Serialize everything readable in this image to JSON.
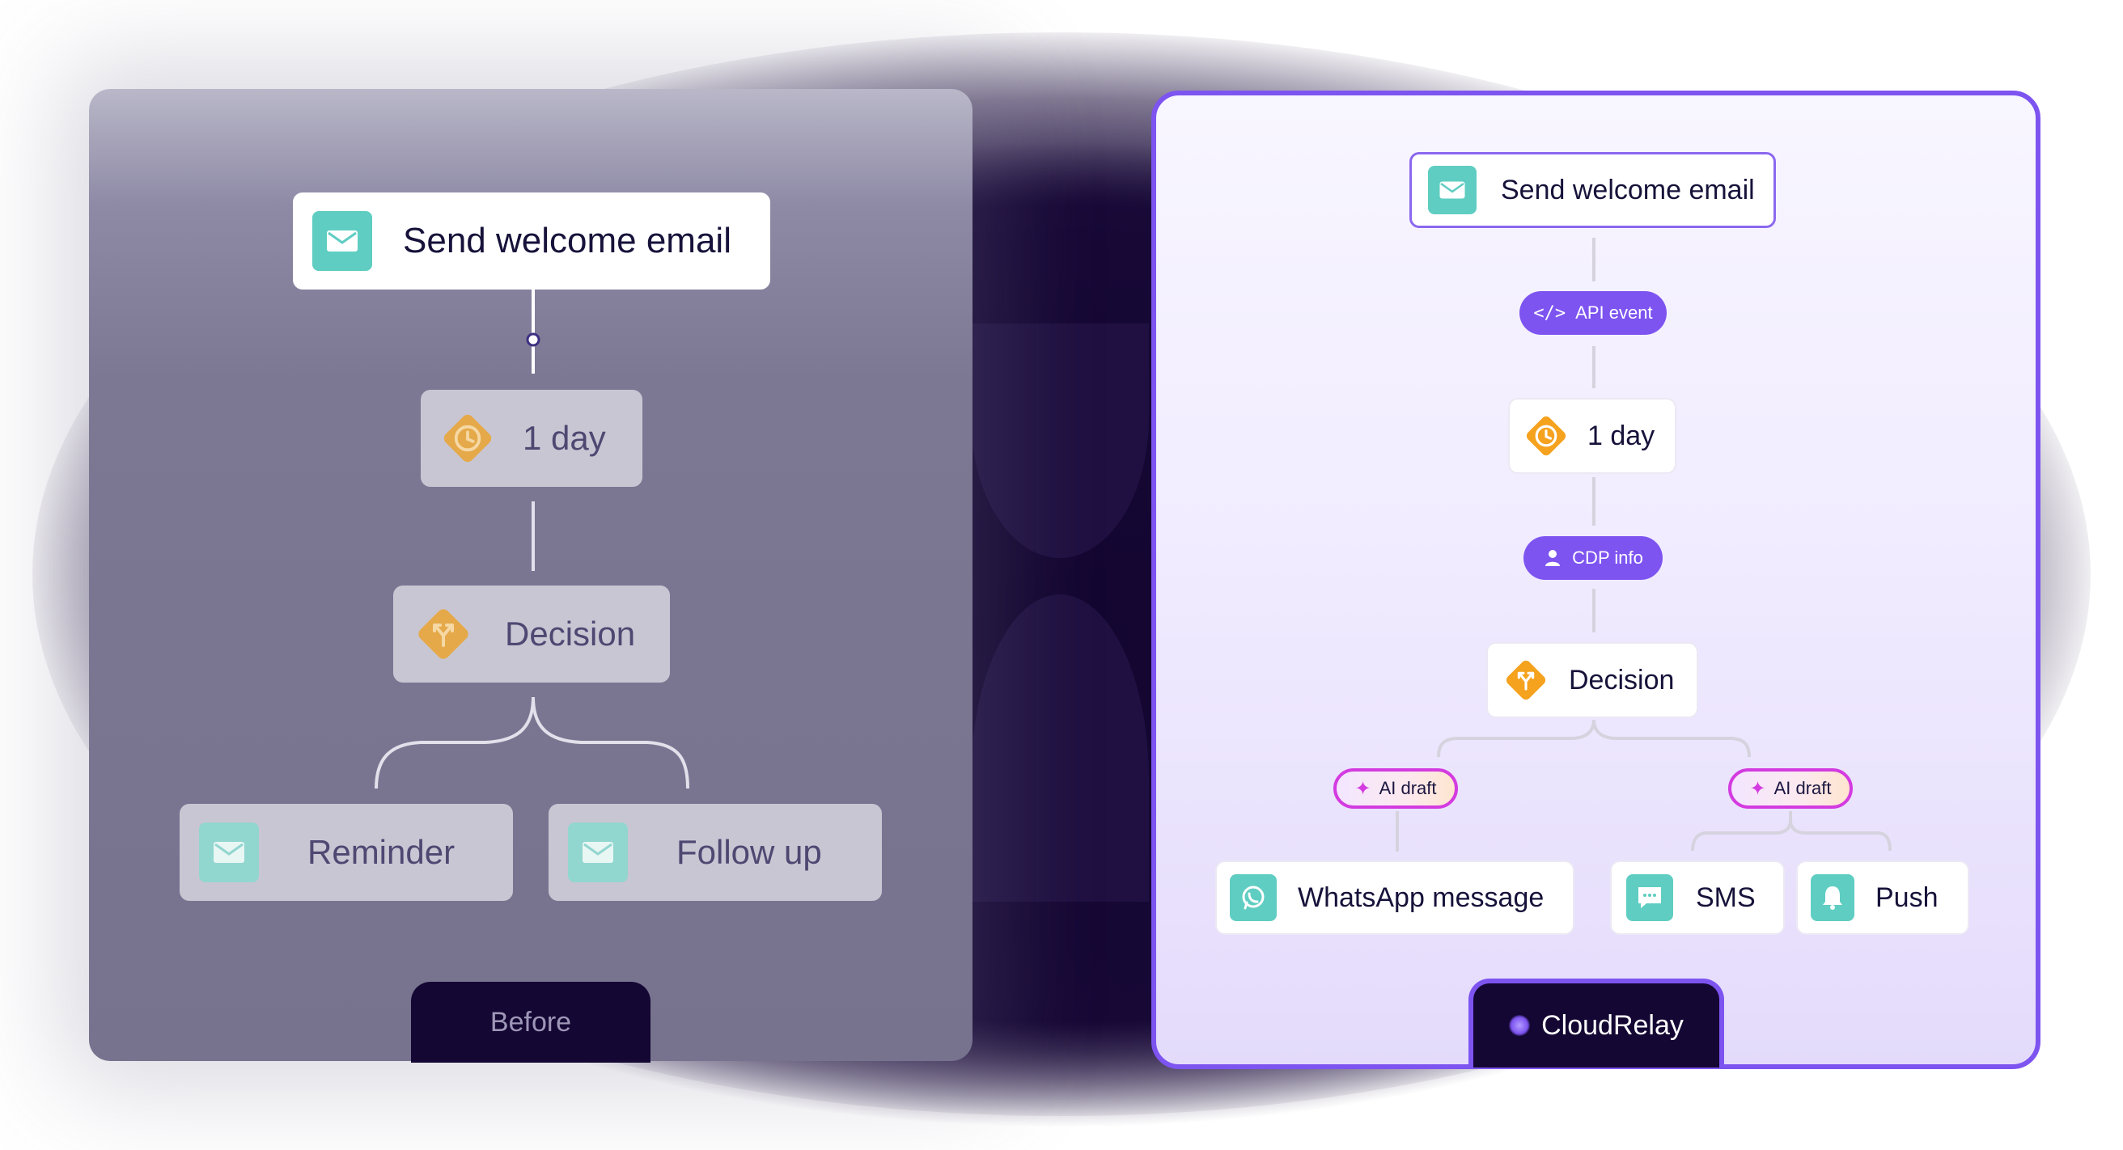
{
  "before": {
    "tab_label": "Before",
    "nodes": {
      "send": "Send welcome email",
      "wait": "1 day",
      "decision": "Decision",
      "reminder": "Reminder",
      "follow_up": "Follow up"
    }
  },
  "after": {
    "tab_label": "CloudRelay",
    "nodes": {
      "send": "Send welcome email",
      "api_event": "API event",
      "wait": "1 day",
      "cdp_info": "CDP info",
      "decision": "Decision",
      "ai_draft_left": "AI draft",
      "ai_draft_right": "AI draft",
      "whatsapp": "WhatsApp message",
      "sms": "SMS",
      "push": "Push"
    }
  },
  "colors": {
    "accent": "#7d54f0",
    "teal": "#5fcdc2",
    "orange": "#f5a21f",
    "ai_border": "#d33be0"
  }
}
